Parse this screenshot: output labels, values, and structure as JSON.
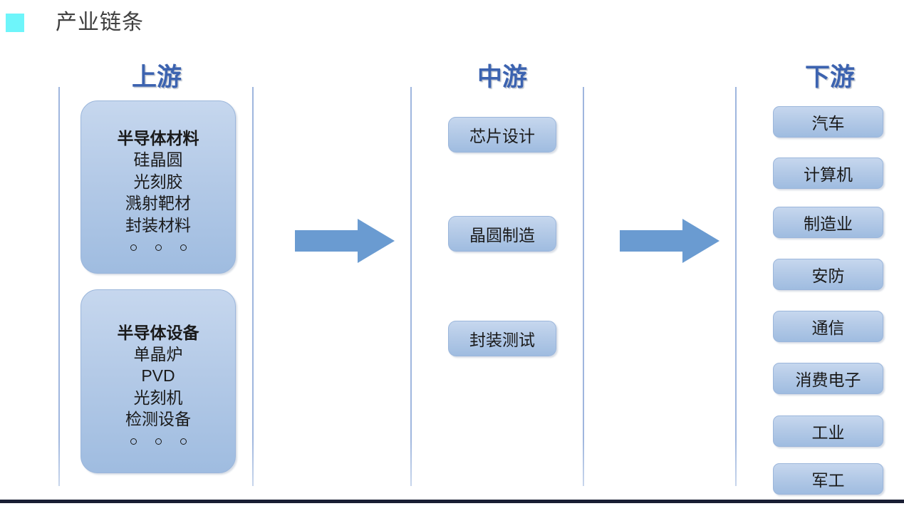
{
  "slide": {
    "title": "产业链条",
    "bullet_color": "#6EF5FA",
    "title_color": "#404040",
    "accent_color": "#3C63B0",
    "arrow_color": "#6A9BD1",
    "box_gradient_top": "#C6D7EE",
    "box_gradient_bottom": "#9FBCE0",
    "divider_color": "#9FB6DE",
    "bottom_bar_color": "#191E33"
  },
  "columns": {
    "upstream": {
      "header": "上游",
      "groups": [
        {
          "title": "半导体材料",
          "items": [
            "硅晶圆",
            "光刻胶",
            "溅射靶材",
            "封装材料"
          ],
          "ellipsis": "。。。"
        },
        {
          "title": "半导体设备",
          "items": [
            "单晶炉",
            "PVD",
            "光刻机",
            "检测设备"
          ],
          "ellipsis": "。。。"
        }
      ]
    },
    "midstream": {
      "header": "中游",
      "items": [
        "芯片设计",
        "晶圆制造",
        "封装测试"
      ]
    },
    "downstream": {
      "header": "下游",
      "items": [
        "汽车",
        "计算机",
        "制造业",
        "安防",
        "通信",
        "消费电子",
        "工业",
        "军工"
      ]
    }
  },
  "arrows": [
    {
      "name": "upstream-to-midstream",
      "direction": "right"
    },
    {
      "name": "midstream-to-downstream",
      "direction": "right"
    }
  ]
}
